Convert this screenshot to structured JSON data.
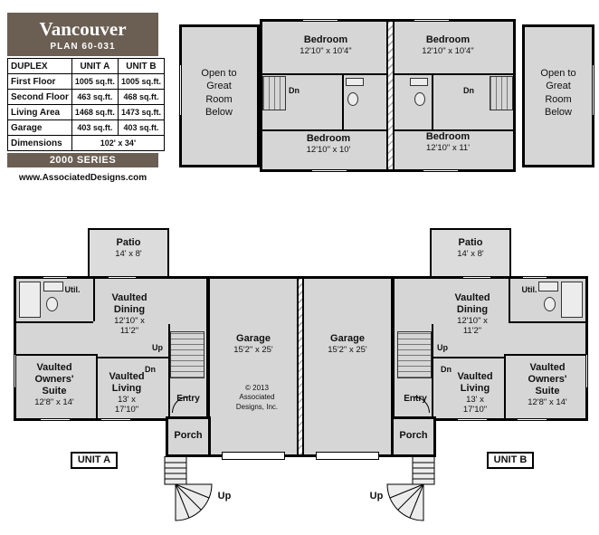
{
  "colors": {
    "brand_brown": "#6b5e53",
    "room_gray": "#d6d6d6",
    "wall_black": "#000000"
  },
  "info_panel": {
    "title": "Vancouver",
    "plan_number": "PLAN 60-031",
    "columns": {
      "label": "DUPLEX",
      "unit_a": "UNIT A",
      "unit_b": "UNIT B"
    },
    "rows": [
      {
        "label": "First Floor",
        "unit_a": "1005 sq.ft.",
        "unit_b": "1005 sq.ft."
      },
      {
        "label": "Second Floor",
        "unit_a": "463 sq.ft.",
        "unit_b": "468 sq.ft."
      },
      {
        "label": "Living Area",
        "unit_a": "1468 sq.ft.",
        "unit_b": "1473 sq.ft."
      },
      {
        "label": "Garage",
        "unit_a": "403 sq.ft.",
        "unit_b": "403 sq.ft."
      }
    ],
    "dimensions_label": "Dimensions",
    "dimensions_value": "102' x 34'",
    "series": "2000 SERIES",
    "website": "www.AssociatedDesigns.com"
  },
  "second_floor": {
    "open_left": "Open to Great Room Below",
    "open_right": "Open to Great Room Below",
    "bedroom_a_top": {
      "name": "Bedroom",
      "dims": "12'10\" x 10'4\""
    },
    "bedroom_b_top": {
      "name": "Bedroom",
      "dims": "12'10\" x 10'4\""
    },
    "bedroom_a_bottom": {
      "name": "Bedroom",
      "dims": "12'10\" x 10'"
    },
    "bedroom_b_bottom": {
      "name": "Bedroom",
      "dims": "12'10\" x 11'"
    },
    "dn_left": "Dn",
    "dn_right": "Dn"
  },
  "first_floor": {
    "patio_left": {
      "name": "Patio",
      "dims": "14' x 8'"
    },
    "patio_right": {
      "name": "Patio",
      "dims": "14' x 8'"
    },
    "garage_left": {
      "name": "Garage",
      "dims": "15'2\" x 25'"
    },
    "garage_right": {
      "name": "Garage",
      "dims": "15'2\" x 25'"
    },
    "copyright": {
      "line1": "© 2013",
      "line2": "Associated",
      "line3": "Designs, Inc."
    },
    "unit_a": {
      "util": "Util.",
      "dining_l1": "Vaulted",
      "dining_l2": "Dining",
      "dining_l3": "12'10\" x",
      "dining_l4": "11'2\"",
      "owners_l1": "Vaulted",
      "owners_l2": "Owners'",
      "owners_l3": "Suite",
      "owners_l4": "12'8\" x 14'",
      "living_l1": "Vaulted",
      "living_l2": "Living",
      "living_l3": "13' x",
      "living_l4": "17'10\"",
      "up": "Up",
      "dn": "Dn",
      "entry": "Entry",
      "porch": "Porch",
      "tag": "UNIT A",
      "stair_up": "Up"
    },
    "unit_b": {
      "util": "Util.",
      "dining_l1": "Vaulted",
      "dining_l2": "Dining",
      "dining_l3": "12'10\" x",
      "dining_l4": "11'2\"",
      "owners_l1": "Vaulted",
      "owners_l2": "Owners'",
      "owners_l3": "Suite",
      "owners_l4": "12'8\" x 14'",
      "living_l1": "Vaulted",
      "living_l2": "Living",
      "living_l3": "13' x",
      "living_l4": "17'10\"",
      "up": "Up",
      "dn": "Dn",
      "entry": "Entry",
      "porch": "Porch",
      "tag": "UNIT B",
      "stair_up": "Up"
    }
  }
}
